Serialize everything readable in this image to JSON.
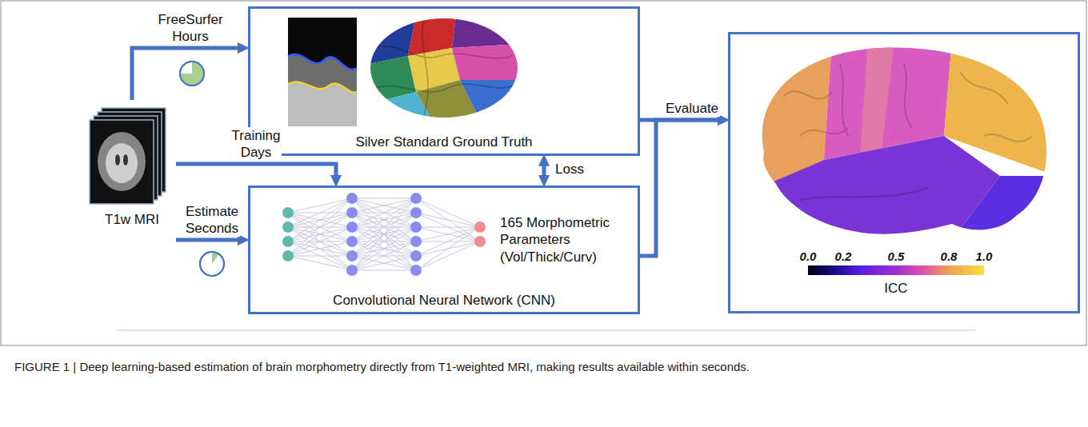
{
  "diagram": {
    "caption": "FIGURE 1 | Deep learning-based estimation of brain morphometry directly from T1-weighted MRI, making results available within seconds.",
    "nodes": [
      {
        "text": [
          "T1w MRI"
        ]
      },
      {
        "text": [
          "Silver Standard Ground Truth"
        ]
      },
      {
        "text": [
          "165 Morphometric Parameters (Vol/Thick/Curv)",
          "Convolutional Neural Network (CNN)"
        ]
      },
      {
        "text": [
          "ICC"
        ]
      }
    ],
    "edges": [
      {
        "from": 0,
        "to": 1,
        "arrow": "to",
        "label": "FreeSurfer Hours"
      },
      {
        "from": 0,
        "to": 2,
        "arrow": "to",
        "label": "Training Days"
      },
      {
        "from": 0,
        "to": 2,
        "arrow": "to",
        "label": "Estimate Seconds"
      },
      {
        "from": 1,
        "to": 2,
        "arrow": "both",
        "label": "Loss"
      },
      {
        "from": 1,
        "to": 3,
        "arrow": "to",
        "label": "Evaluate"
      },
      {
        "from": 2,
        "to": 3,
        "arrow": "to"
      }
    ],
    "labels": [
      "0.0",
      "0.2",
      "0.5",
      "0.8",
      "1.0"
    ]
  }
}
